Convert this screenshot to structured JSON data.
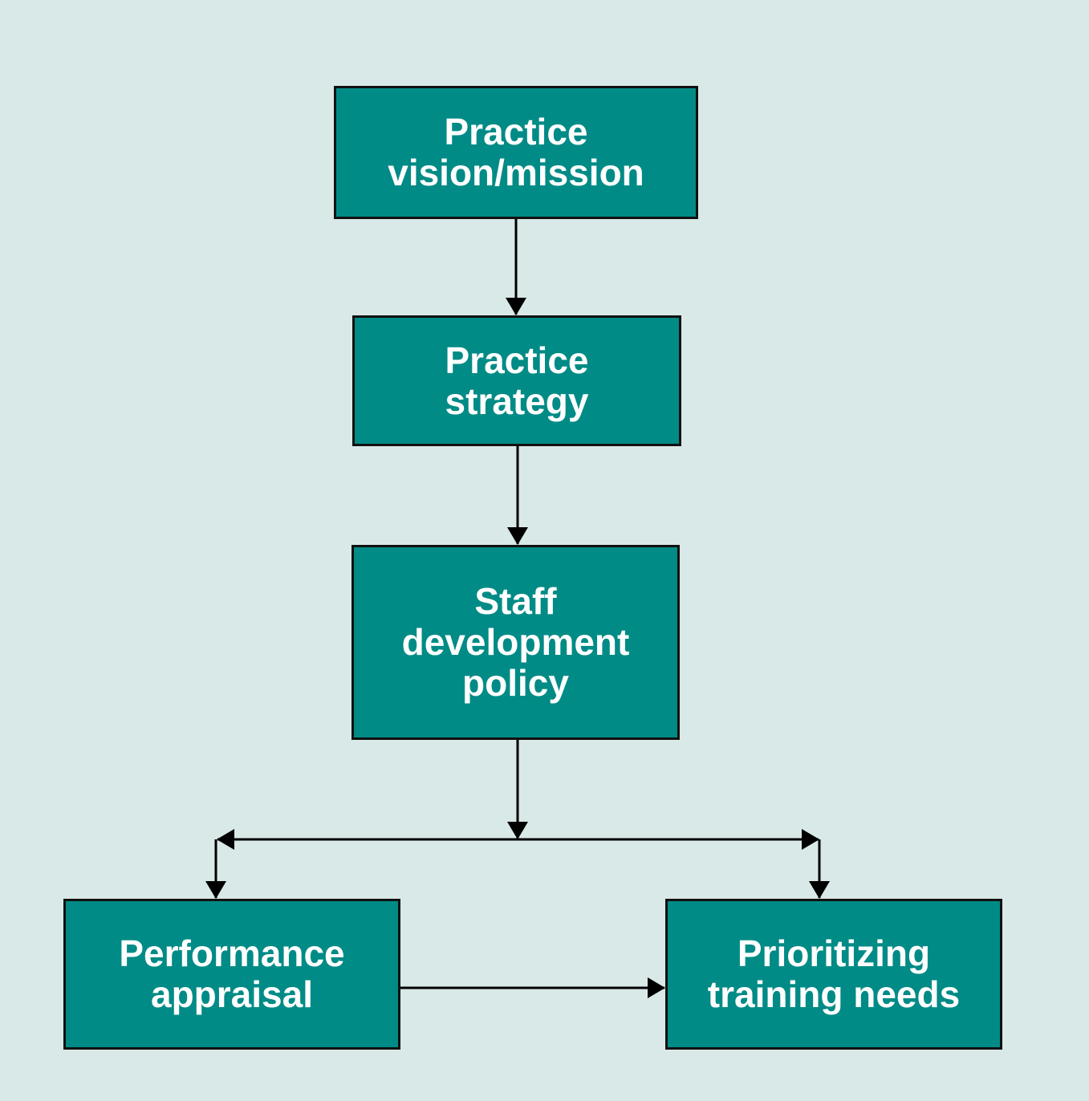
{
  "colors": {
    "background": "#d9e9e7",
    "box_fill": "#008b86",
    "box_border": "#111111",
    "box_text": "#ffffff",
    "connector": "#000000"
  },
  "nodes": {
    "vision": {
      "lines": [
        "Practice",
        "vision/mission"
      ]
    },
    "strategy": {
      "lines": [
        "Practice",
        "strategy"
      ]
    },
    "policy": {
      "lines": [
        "Staff",
        "development",
        "policy"
      ]
    },
    "appraisal": {
      "lines": [
        "Performance",
        "appraisal"
      ]
    },
    "training": {
      "lines": [
        "Prioritizing",
        "training needs"
      ]
    }
  },
  "edges": [
    {
      "from": "vision",
      "to": "strategy"
    },
    {
      "from": "strategy",
      "to": "policy"
    },
    {
      "from": "policy",
      "to": "appraisal"
    },
    {
      "from": "policy",
      "to": "training"
    },
    {
      "from": "appraisal",
      "to": "training"
    }
  ]
}
